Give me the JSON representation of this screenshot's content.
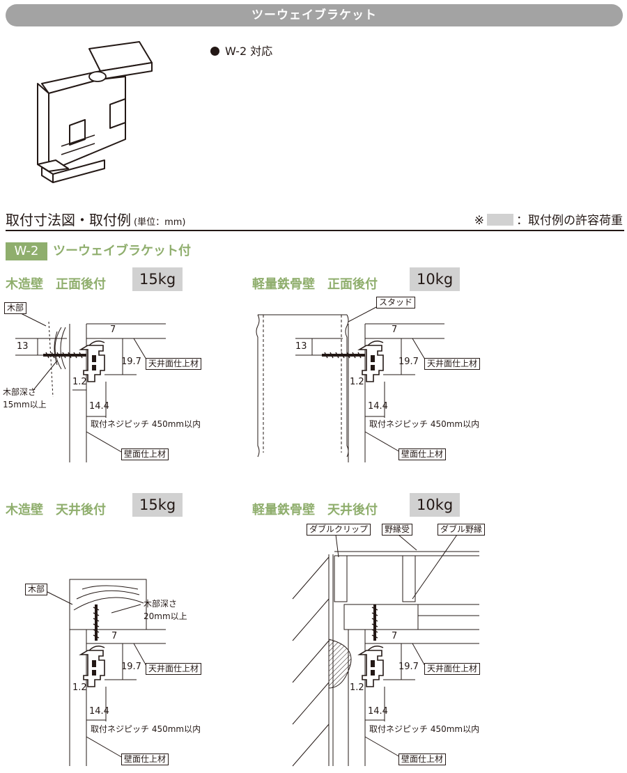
{
  "header": {
    "title": "ツーウェイブラケット"
  },
  "product": {
    "compat_text": "W-2 対応"
  },
  "section": {
    "title": "取付寸法図・取付例",
    "unit": "(単位：mm)",
    "note_prefix": "※",
    "note_suffix": "：取付例の許容荷重"
  },
  "model": {
    "tag": "W-2",
    "name": "ツーウェイブラケット付"
  },
  "panels": [
    {
      "title": "木造壁　正面後付",
      "load": "15kg",
      "labels": {
        "material": "木部",
        "depth": "木部深さ",
        "depth_value": "15mm以上"
      }
    },
    {
      "title": "軽量鉄骨壁　正面後付",
      "load": "10kg",
      "labels": {
        "stud": "スタッド"
      }
    },
    {
      "title": "木造壁　天井後付",
      "load": "15kg",
      "labels": {
        "material": "木部",
        "depth": "木部深さ",
        "depth_value": "20mm以上"
      }
    },
    {
      "title": "軽量鉄骨壁　天井後付",
      "load": "10kg",
      "labels": {
        "clip": "ダブルクリップ",
        "receiver": "野縁受",
        "furring": "ダブル野縁"
      }
    }
  ],
  "common": {
    "ceiling": "天井面仕上材",
    "wall": "壁面仕上材",
    "pitch": "取付ネジピッチ 450mm以内",
    "dims": {
      "d7": "7",
      "d13": "13",
      "d197": "19.7",
      "d12": "1.2",
      "d144": "14.4"
    }
  }
}
